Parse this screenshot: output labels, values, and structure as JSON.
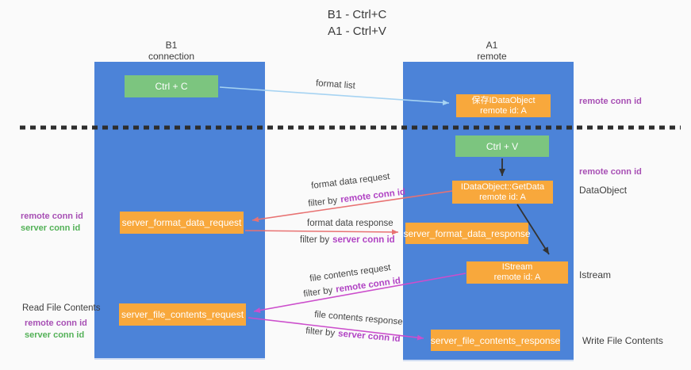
{
  "title": {
    "line1": "B1 - Ctrl+C",
    "line2": "A1 - Ctrl+V"
  },
  "lanes": {
    "left": {
      "name": "B1",
      "role": "connection"
    },
    "right": {
      "name": "A1",
      "role": "remote"
    }
  },
  "nodes": {
    "ctrl_c": {
      "label": "Ctrl + C"
    },
    "ctrl_v": {
      "label": "Ctrl + V"
    },
    "save_dataobject": {
      "line1": "保存IDataObject",
      "line2": "remote id: A"
    },
    "getdata": {
      "line1": "IDataObject::GetData",
      "line2": "remote id: A"
    },
    "istream": {
      "line1": "IStream",
      "line2": "remote id: A"
    },
    "format_request": {
      "label": "server_format_data_request"
    },
    "format_response": {
      "label": "server_format_data_response"
    },
    "file_request": {
      "label": "server_file_contents_request"
    },
    "file_response": {
      "label": "server_file_contents_response"
    }
  },
  "arrow_labels": {
    "format_list": "format list",
    "format_data_request": "format data request",
    "format_data_response": "format data response",
    "file_contents_request": "file contents request",
    "file_contents_response": "file contents response",
    "filter_by": "filter by",
    "remote_conn_id": "remote conn id",
    "server_conn_id": "server conn id"
  },
  "side_labels": {
    "remote_conn_id": "remote conn id",
    "server_conn_id": "server conn id",
    "dataobject": "DataObject",
    "istream": "Istream",
    "read_file_contents": "Read File Contents",
    "write_file_contents": "Write File Contents"
  },
  "colors": {
    "lane_blue": "#4c83d8",
    "node_orange": "#f8a83c",
    "node_green": "#7cc57f",
    "arrow_blue": "#a6d3f2",
    "arrow_red": "#e87272",
    "arrow_magenta": "#cc4ecc",
    "arrow_black": "#333333",
    "dashed_line": "#2d2d2d",
    "conn_purple": "#a74fb4",
    "conn_green": "#53b157",
    "filter_purple": "#b144c4"
  }
}
